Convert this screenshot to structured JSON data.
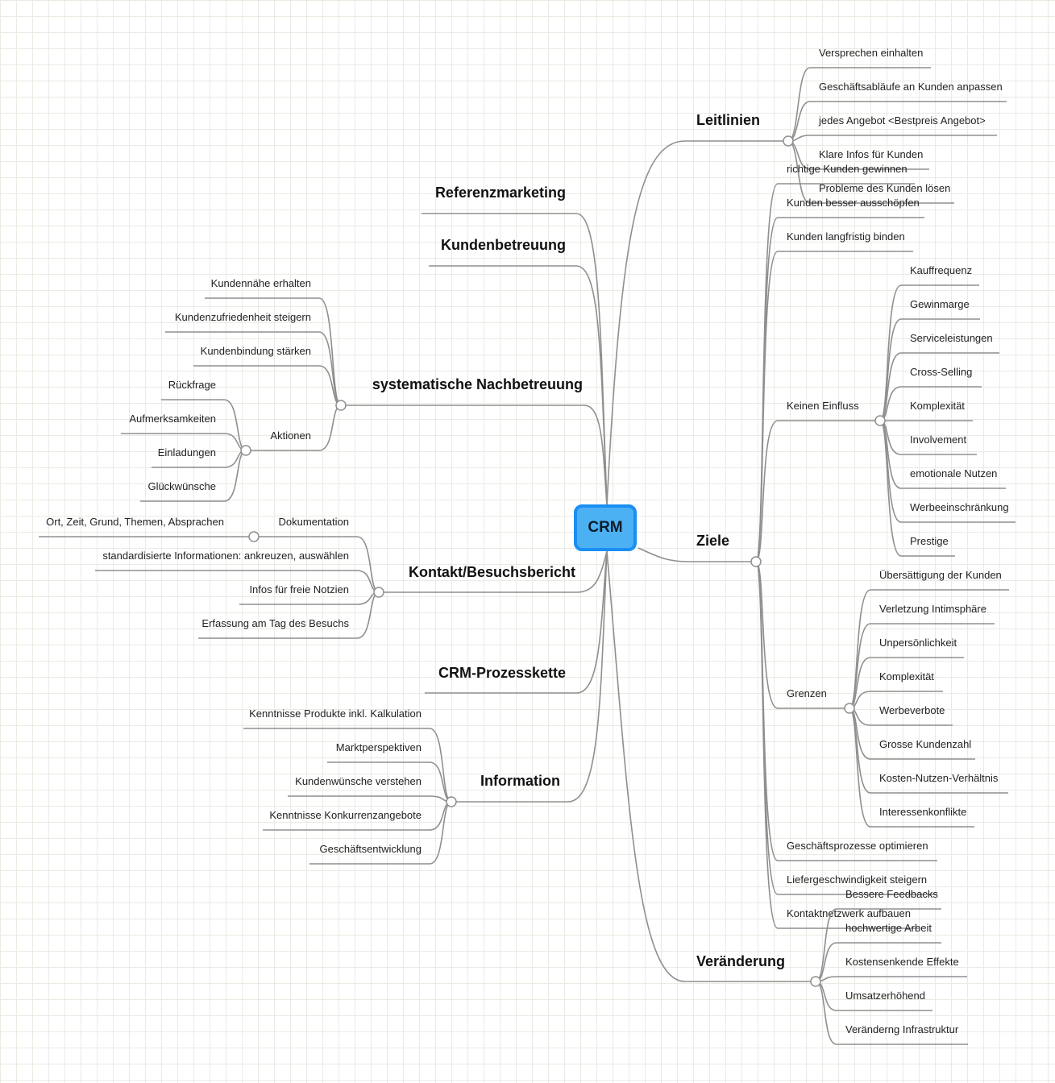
{
  "root": "CRM",
  "colors": {
    "line": "#8f8f8f",
    "root_fill": "#4cb1f3",
    "root_border": "#1b8ef4",
    "grid": "#e9ece3"
  },
  "branches": {
    "leitlinien": {
      "label": "Leitlinien",
      "items": [
        "Versprechen einhalten",
        "Geschäftsabläufe an Kunden anpassen",
        "jedes Angebot <Bestpreis Angebot>",
        "Klare Infos für Kunden",
        "Probleme des Kunden lösen"
      ]
    },
    "ziele": {
      "label": "Ziele",
      "items": [
        "richtige Kunden gewinnen",
        "Kunden besser ausschöpfen",
        "Kunden langfristig binden",
        "Keinen Einfluss",
        "Grenzen",
        "Geschäftsprozesse optimieren",
        "Liefergeschwindigkeit steigern",
        "Kontaktnetzwerk aufbauen"
      ],
      "keinen_einfluss": [
        "Kauffrequenz",
        "Gewinmarge",
        "Serviceleistungen",
        "Cross-Selling",
        "Komplexität",
        "Involvement",
        "emotionale Nutzen",
        "Werbeeinschränkung",
        "Prestige"
      ],
      "grenzen": [
        "Übersättigung der Kunden",
        "Verletzung Intimsphäre",
        "Unpersönlichkeit",
        "Komplexität",
        "Werbeverbote",
        "Grosse Kundenzahl",
        "Kosten-Nutzen-Verhältnis",
        "Interessenkonflikte"
      ]
    },
    "veraenderung": {
      "label": "Veränderung",
      "items": [
        "Bessere Feedbacks",
        "hochwertige Arbeit",
        "Kostensenkende Effekte",
        "Umsatzerhöhend",
        "Veränderng Infrastruktur"
      ]
    },
    "referenzmarketing": {
      "label": "Referenzmarketing"
    },
    "kundenbetreuung": {
      "label": "Kundenbetreuung"
    },
    "nachbetreuung": {
      "label": "systematische Nachbetreuung",
      "items": [
        "Kundennähe erhalten",
        "Kundenzufriedenheit steigern",
        "Kundenbindung stärken",
        "Aktionen"
      ],
      "aktionen": [
        "Rückfrage",
        "Aufmerksamkeiten",
        "Einladungen",
        "Glückwünsche"
      ]
    },
    "kontakt": {
      "label": "Kontakt/Besuchsbericht",
      "items": [
        "Dokumentation",
        "standardisierte Informationen: ankreuzen, auswählen",
        "Infos für freie Notzien",
        "Erfassung am Tag des Besuchs"
      ],
      "dokumentation": [
        "Ort, Zeit, Grund, Themen, Absprachen"
      ]
    },
    "prozesskette": {
      "label": "CRM-Prozesskette"
    },
    "information": {
      "label": "Information",
      "items": [
        "Kenntnisse Produkte inkl. Kalkulation",
        "Marktperspektiven",
        "Kundenwünsche verstehen",
        "Kenntnisse Konkurrenzangebote",
        "Geschäftsentwicklung"
      ]
    }
  }
}
